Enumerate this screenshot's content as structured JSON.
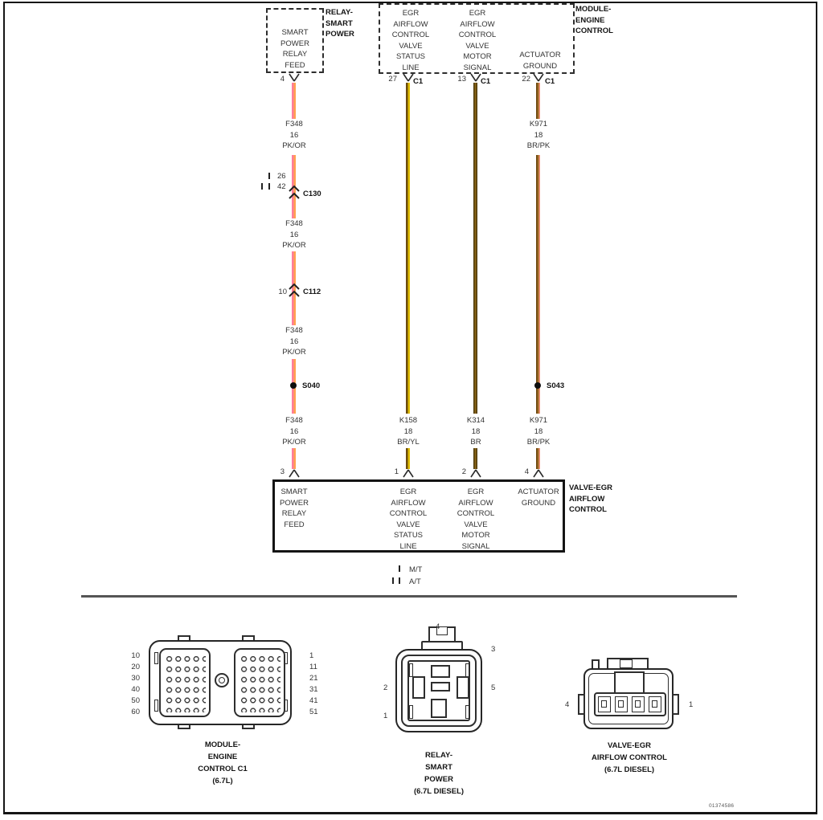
{
  "meta": {
    "doc_number": "01374586"
  },
  "wire_colors": {
    "pk_or": [
      "#ff7d9b",
      "#ffa24f"
    ],
    "br_yl": [
      "#6b4c0e",
      "#e2be00"
    ],
    "br": [
      "#4f3a0a",
      "#8a6518",
      "#4f3a0a"
    ],
    "br_pk": [
      "#6b4712",
      "#9a6a20",
      "#f2917e"
    ]
  },
  "top": {
    "relay_box": {
      "name_lines": [
        "RELAY-",
        "SMART",
        "POWER"
      ],
      "circuit_lines": [
        "SMART",
        "POWER",
        "RELAY",
        "FEED"
      ],
      "pin": "4"
    },
    "module_box": {
      "name_lines": [
        "MODULE-",
        "ENGINE",
        "CONTROL"
      ],
      "circuits": [
        {
          "lines": [
            "EGR",
            "AIRFLOW",
            "CONTROL",
            "VALVE",
            "STATUS",
            "LINE"
          ],
          "pin": "27",
          "connector": "C1"
        },
        {
          "lines": [
            "EGR",
            "AIRFLOW",
            "CONTROL",
            "VALVE",
            "MOTOR",
            "SIGNAL"
          ],
          "pin": "13",
          "connector": "C1"
        },
        {
          "lines": [
            "ACTUATOR",
            "GROUND"
          ],
          "pin": "22",
          "connector": "C1"
        }
      ]
    }
  },
  "wires": {
    "f348": {
      "code": "F348",
      "gauge": "16",
      "color": "PK/OR"
    },
    "k158": {
      "code": "K158",
      "gauge": "18",
      "color": "BR/YL"
    },
    "k314": {
      "code": "K314",
      "gauge": "18",
      "color": "BR"
    },
    "k971": {
      "code": "K971",
      "gauge": "18",
      "color": "BR/PK"
    }
  },
  "inline": {
    "c130": {
      "label": "C130",
      "pin_a": "26",
      "pin_b": "42"
    },
    "c112": {
      "label": "C112",
      "pin": "10"
    },
    "s040": {
      "label": "S040"
    },
    "s043": {
      "label": "S043"
    },
    "mt": "M/T",
    "at": "A/T"
  },
  "bottom_box": {
    "name_lines": [
      "VALVE-EGR",
      "AIRFLOW",
      "CONTROL"
    ],
    "circuits": [
      {
        "pin": "3",
        "lines": [
          "SMART",
          "POWER",
          "RELAY",
          "FEED"
        ]
      },
      {
        "pin": "1",
        "lines": [
          "EGR",
          "AIRFLOW",
          "CONTROL",
          "VALVE",
          "STATUS",
          "LINE"
        ]
      },
      {
        "pin": "2",
        "lines": [
          "EGR",
          "AIRFLOW",
          "CONTROL",
          "VALVE",
          "MOTOR",
          "SIGNAL"
        ]
      },
      {
        "pin": "4",
        "lines": [
          "ACTUATOR",
          "GROUND"
        ]
      }
    ]
  },
  "connector_views": {
    "module": {
      "caption_lines": [
        "MODULE-",
        "ENGINE",
        "CONTROL C1",
        "(6.7L)"
      ],
      "left_pins": [
        "10",
        "20",
        "30",
        "40",
        "50",
        "60"
      ],
      "right_pins": [
        "1",
        "11",
        "21",
        "31",
        "41",
        "51"
      ]
    },
    "relay": {
      "caption_lines": [
        "RELAY-",
        "SMART",
        "POWER",
        "(6.7L DIESEL)"
      ],
      "pin_top": "4",
      "pin_top_right": "3",
      "pin_left": "2",
      "pin_right": "5",
      "pin_bottom_left": "1"
    },
    "valve": {
      "caption_lines": [
        "VALVE-EGR",
        "AIRFLOW CONTROL",
        "(6.7L DIESEL)"
      ],
      "pin_left": "4",
      "pin_right": "1"
    }
  }
}
